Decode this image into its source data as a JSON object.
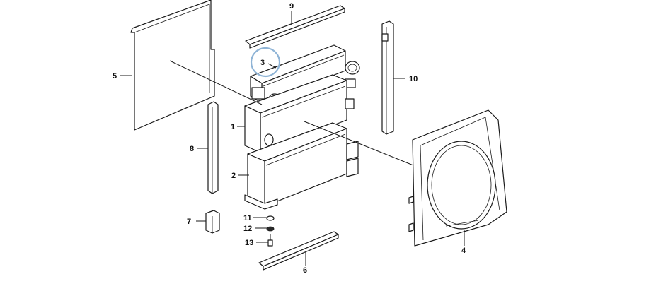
{
  "diagram": {
    "callouts": {
      "c1": "1",
      "c2": "2",
      "c3": "3",
      "c4": "4",
      "c5": "5",
      "c6": "6",
      "c7": "7",
      "c8": "8",
      "c9": "9",
      "c10": "10",
      "c11": "11",
      "c12": "12",
      "c13": "13"
    },
    "highlighted_callout": "3",
    "highlight_color": "#8fb4d6"
  }
}
